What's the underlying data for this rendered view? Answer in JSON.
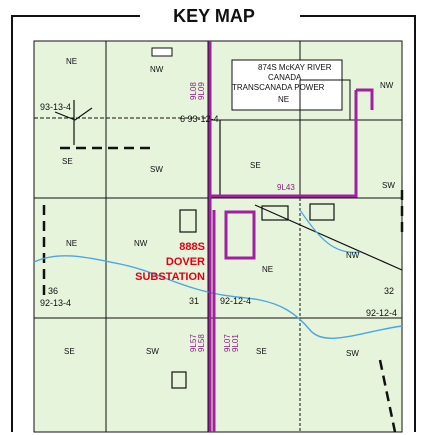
{
  "title": "KEY MAP",
  "substation": {
    "line1": "888S",
    "line2": "DOVER",
    "line3": "SUBSTATION",
    "color": "#e00010"
  },
  "facility_labels": {
    "line1": "874S McKAY RIVER",
    "line2": "CANADA",
    "line3": "TRANSCANADA POWER"
  },
  "line_labels": {
    "l1": "9L08",
    "l2": "9L09",
    "l3": "9L43",
    "l4": "9L57",
    "l5": "9L58",
    "l6": "9L07",
    "l7": "9L01",
    "color": "#a020a0"
  },
  "townships": {
    "t1": "93-13-4",
    "t2": "6 93-12-4",
    "t3": "36",
    "t4": "92-13-4",
    "t5": "31",
    "t6": "92-12-4",
    "t7": "92-12-4",
    "t8": "32"
  },
  "quarters": {
    "q1": "NE",
    "q2": "NW",
    "q3": "NE",
    "q4": "NW",
    "q5": "SE",
    "q6": "SW",
    "q7": "SE",
    "q8": "SW",
    "q9": "NE",
    "q10": "NW",
    "q11": "NE",
    "q12": "NW",
    "q13": "SE",
    "q14": "SW",
    "q15": "SE",
    "q16": "SW"
  },
  "colors": {
    "land": "#e6f4dc",
    "river": "#4aa6e0",
    "powerline": "#a020a0",
    "boundary": "#111111"
  }
}
